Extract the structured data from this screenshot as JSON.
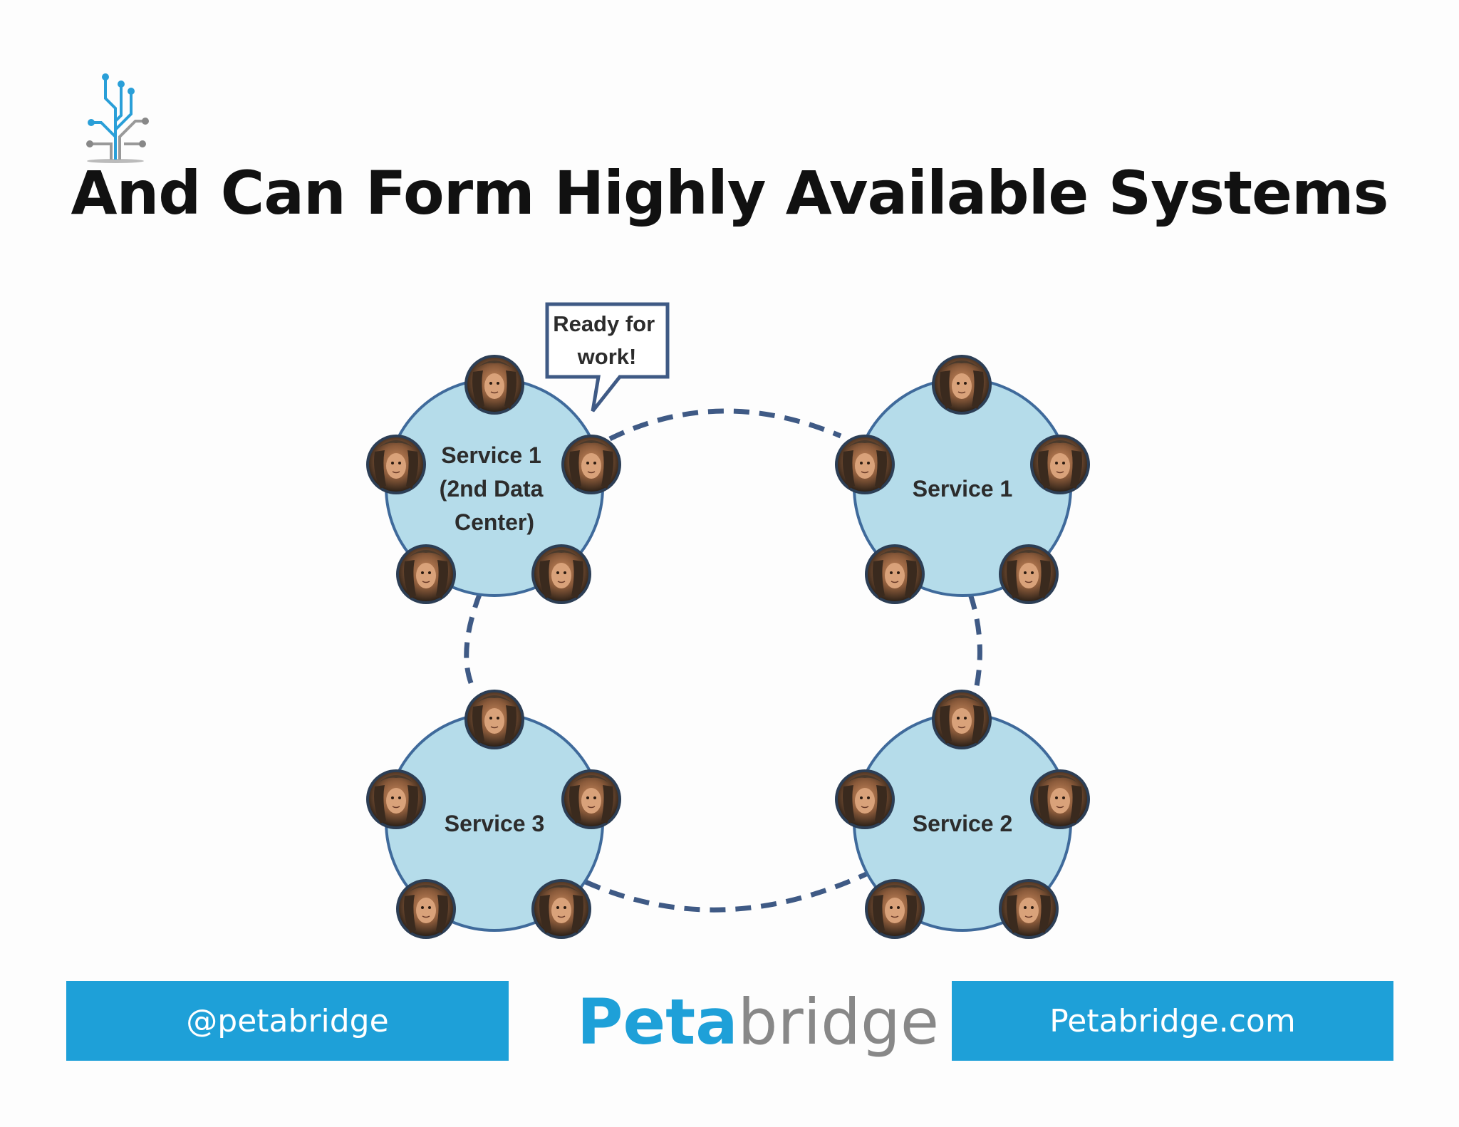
{
  "title": "And Can Form Highly Available Systems",
  "diagram": {
    "clusters": [
      {
        "label_lines": [
          "Service 1",
          "(2nd Data",
          "Center)"
        ]
      },
      {
        "label_lines": [
          "Service 1"
        ]
      },
      {
        "label_lines": [
          "Service 3"
        ]
      },
      {
        "label_lines": [
          "Service 2"
        ]
      }
    ],
    "callout": {
      "lines": [
        "Ready for",
        "work!"
      ]
    },
    "colors": {
      "cluster_fill": "#b5dcea",
      "cluster_stroke": "#3f6a9b",
      "ring_stroke": "#3f5a85"
    }
  },
  "footer": {
    "twitter": "@petabridge",
    "brand_bold": "Peta",
    "brand_light": "bridge",
    "website": "Petabridge.com",
    "bar_color": "#1ea0d8"
  }
}
